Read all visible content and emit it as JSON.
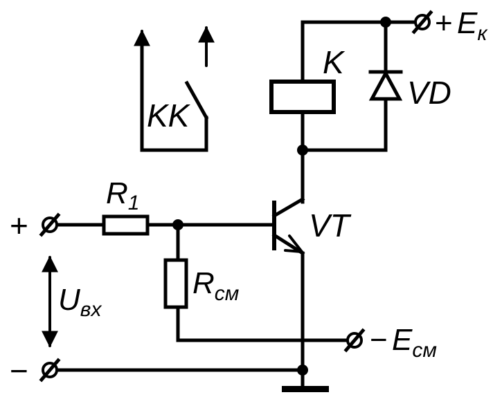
{
  "labels": {
    "relay": "K",
    "relay_contact": "KK",
    "diode": "VD",
    "transistor": "VT",
    "r1_main": "R",
    "r1_sub": "1",
    "rcm_main": "R",
    "rcm_sub": "см",
    "uin_main": "U",
    "uin_sub": "вх",
    "supply_sign": "+",
    "supply_main": "E",
    "supply_sub": "к",
    "bias_sign": "−",
    "bias_main": "E",
    "bias_sub": "см",
    "input_plus": "+",
    "input_minus": "−"
  }
}
